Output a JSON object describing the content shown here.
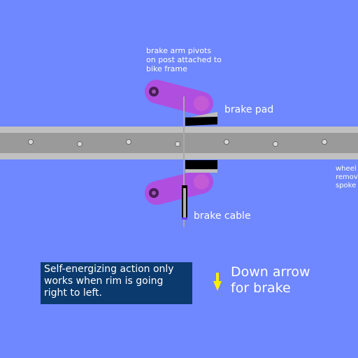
{
  "labels": {
    "pivot_note": "brake arm pivots\non post attached to\nbike frame",
    "brake_pad": "brake pad",
    "brake_cable": "brake cable",
    "wheel_note": "wheel\nremov\nspoke",
    "box_note": "Self-energizing  action only\nworks when rim is going\nright to left.",
    "arrow_legend": "Down arrow\nfor brake"
  },
  "icons": {
    "legend_arrow": "down-arrow-icon"
  },
  "colors": {
    "background": "#6f87ff",
    "rim_outer": "#c0c0c0",
    "rim_inner": "#9a9a9a",
    "brake_arm": "#b04ee0",
    "pivot_knob": "#c35bd6",
    "brake_pad": "#000000",
    "note_box": "#0b3a6e",
    "arrow": "#ffee00",
    "cable": "#000000"
  }
}
